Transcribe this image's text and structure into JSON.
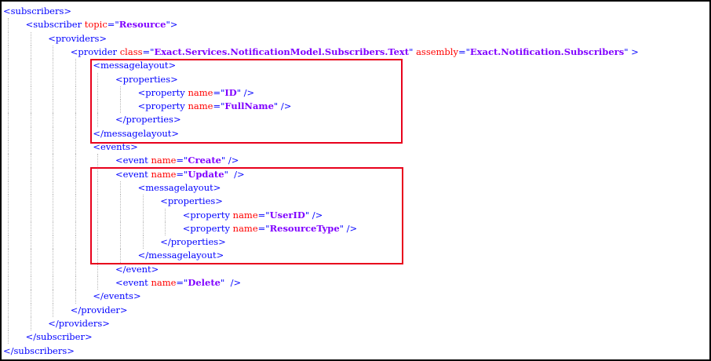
{
  "colors": {
    "tag": "#0000FF",
    "attribute": "#FF0000",
    "value": "#8000FF",
    "highlight_box": "#E8001C"
  },
  "lines": [
    {
      "indent": 0,
      "parts": [
        {
          "t": "tag",
          "v": "<subscribers>"
        }
      ]
    },
    {
      "indent": 1,
      "parts": [
        {
          "t": "tag",
          "v": "<subscriber "
        },
        {
          "t": "attr",
          "v": "topic"
        },
        {
          "t": "tag",
          "v": "=\""
        },
        {
          "t": "val",
          "v": "Resource"
        },
        {
          "t": "tag",
          "v": "\">"
        }
      ]
    },
    {
      "indent": 2,
      "parts": [
        {
          "t": "tag",
          "v": "<providers>"
        }
      ]
    },
    {
      "indent": 3,
      "parts": [
        {
          "t": "tag",
          "v": "<provider "
        },
        {
          "t": "attr",
          "v": "class"
        },
        {
          "t": "tag",
          "v": "=\""
        },
        {
          "t": "val",
          "v": "Exact.Services.NotificationModel.Subscribers.Text"
        },
        {
          "t": "tag",
          "v": "\" "
        },
        {
          "t": "attr",
          "v": "assembly"
        },
        {
          "t": "tag",
          "v": "=\""
        },
        {
          "t": "val",
          "v": "Exact.Notification.Subscribers"
        },
        {
          "t": "tag",
          "v": "\" >"
        }
      ]
    },
    {
      "indent": 4,
      "parts": [
        {
          "t": "tag",
          "v": "<messagelayout>"
        }
      ]
    },
    {
      "indent": 5,
      "parts": [
        {
          "t": "tag",
          "v": "<properties>"
        }
      ]
    },
    {
      "indent": 6,
      "parts": [
        {
          "t": "tag",
          "v": "<property "
        },
        {
          "t": "attr",
          "v": "name"
        },
        {
          "t": "tag",
          "v": "=\""
        },
        {
          "t": "val",
          "v": "ID"
        },
        {
          "t": "tag",
          "v": "\" />"
        }
      ]
    },
    {
      "indent": 6,
      "parts": [
        {
          "t": "tag",
          "v": "<property "
        },
        {
          "t": "attr",
          "v": "name"
        },
        {
          "t": "tag",
          "v": "=\""
        },
        {
          "t": "val",
          "v": "FullName"
        },
        {
          "t": "tag",
          "v": "\" />"
        }
      ]
    },
    {
      "indent": 5,
      "parts": [
        {
          "t": "tag",
          "v": "</properties>"
        }
      ]
    },
    {
      "indent": 4,
      "parts": [
        {
          "t": "tag",
          "v": "</messagelayout>"
        }
      ]
    },
    {
      "indent": 4,
      "parts": [
        {
          "t": "tag",
          "v": "<events>"
        }
      ]
    },
    {
      "indent": 5,
      "parts": [
        {
          "t": "tag",
          "v": "<event "
        },
        {
          "t": "attr",
          "v": "name"
        },
        {
          "t": "tag",
          "v": "=\""
        },
        {
          "t": "val",
          "v": "Create"
        },
        {
          "t": "tag",
          "v": "\" />"
        }
      ]
    },
    {
      "indent": 5,
      "parts": [
        {
          "t": "tag",
          "v": "<event "
        },
        {
          "t": "attr",
          "v": "name"
        },
        {
          "t": "tag",
          "v": "=\""
        },
        {
          "t": "val",
          "v": "Update"
        },
        {
          "t": "tag",
          "v": "\"  />"
        }
      ]
    },
    {
      "indent": 6,
      "parts": [
        {
          "t": "tag",
          "v": "<messagelayout>"
        }
      ]
    },
    {
      "indent": 7,
      "parts": [
        {
          "t": "tag",
          "v": "<properties>"
        }
      ]
    },
    {
      "indent": 8,
      "parts": [
        {
          "t": "tag",
          "v": "<property "
        },
        {
          "t": "attr",
          "v": "name"
        },
        {
          "t": "tag",
          "v": "=\""
        },
        {
          "t": "val",
          "v": "UserID"
        },
        {
          "t": "tag",
          "v": "\" />"
        }
      ]
    },
    {
      "indent": 8,
      "parts": [
        {
          "t": "tag",
          "v": "<property "
        },
        {
          "t": "attr",
          "v": "name"
        },
        {
          "t": "tag",
          "v": "=\""
        },
        {
          "t": "val",
          "v": "ResourceType"
        },
        {
          "t": "tag",
          "v": "\" />"
        }
      ]
    },
    {
      "indent": 7,
      "parts": [
        {
          "t": "tag",
          "v": "</properties>"
        }
      ]
    },
    {
      "indent": 6,
      "parts": [
        {
          "t": "tag",
          "v": "</messagelayout>"
        }
      ]
    },
    {
      "indent": 5,
      "parts": [
        {
          "t": "tag",
          "v": "</event>"
        }
      ]
    },
    {
      "indent": 5,
      "parts": [
        {
          "t": "tag",
          "v": "<event "
        },
        {
          "t": "attr",
          "v": "name"
        },
        {
          "t": "tag",
          "v": "=\""
        },
        {
          "t": "val",
          "v": "Delete"
        },
        {
          "t": "tag",
          "v": "\"  />"
        }
      ]
    },
    {
      "indent": 4,
      "parts": [
        {
          "t": "tag",
          "v": "</events>"
        }
      ]
    },
    {
      "indent": 3,
      "parts": [
        {
          "t": "tag",
          "v": "</provider>"
        }
      ]
    },
    {
      "indent": 2,
      "parts": [
        {
          "t": "tag",
          "v": "</providers>"
        }
      ]
    },
    {
      "indent": 1,
      "parts": [
        {
          "t": "tag",
          "v": "</subscriber>"
        }
      ]
    },
    {
      "indent": 0,
      "parts": [
        {
          "t": "tag",
          "v": "</subscribers>"
        }
      ]
    }
  ]
}
